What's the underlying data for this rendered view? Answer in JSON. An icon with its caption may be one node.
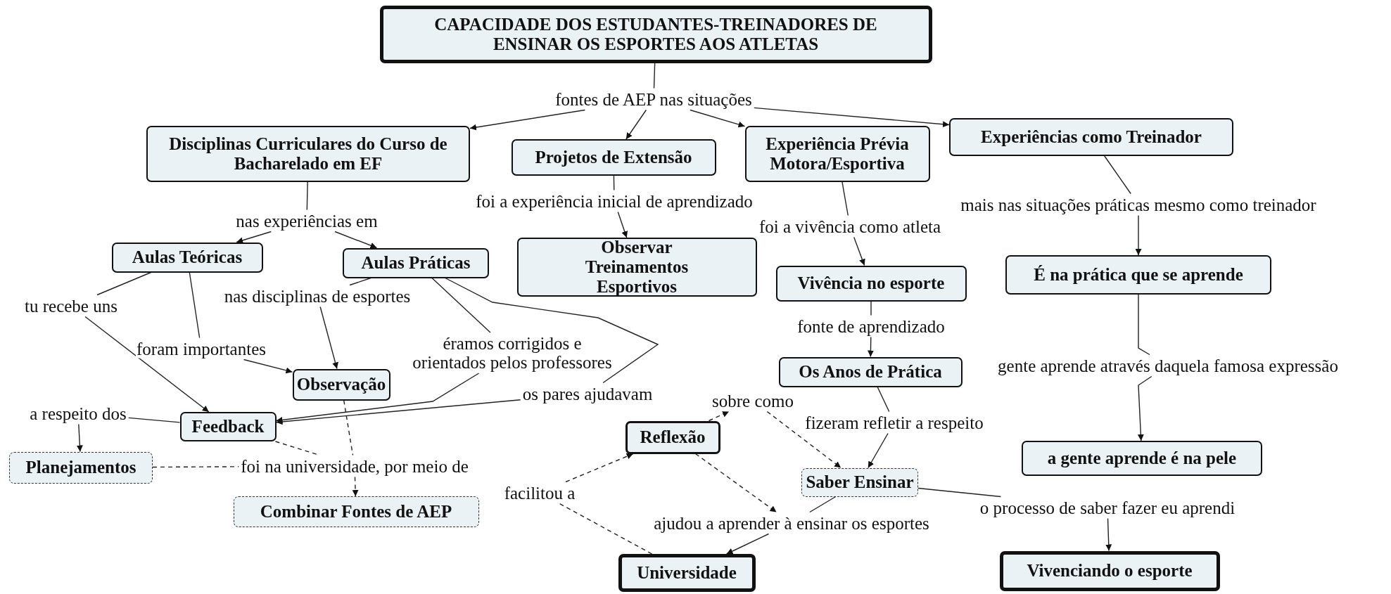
{
  "diagram": {
    "nodes": [
      {
        "text": [
          "CAPACIDADE DOS ESTUDANTES-TREINADORES DE ENSINAR OS ESPORTES AOS ATLETAS"
        ]
      },
      {
        "text": [
          "fontes de AEP nas situações"
        ]
      },
      {
        "text": [
          "Disciplinas Curriculares do Curso de Bacharelado em EF"
        ]
      },
      {
        "text": [
          "Projetos de Extensão"
        ]
      },
      {
        "text": [
          "Experiência Prévia Motora/Esportiva"
        ]
      },
      {
        "text": [
          "Experiências como Treinador"
        ]
      },
      {
        "text": [
          "nas experiências em"
        ]
      },
      {
        "text": [
          "foi a experiência inicial de aprendizado"
        ]
      },
      {
        "text": [
          "foi a vivência como atleta"
        ]
      },
      {
        "text": [
          "mais nas situações práticas mesmo como treinador"
        ]
      },
      {
        "text": [
          "Aulas Teóricas"
        ]
      },
      {
        "text": [
          "Aulas Práticas"
        ]
      },
      {
        "text": [
          "Observar Treinamentos Esportivos"
        ]
      },
      {
        "text": [
          "Vivência no esporte"
        ]
      },
      {
        "text": [
          "É na prática que se aprende"
        ]
      },
      {
        "text": [
          "tu recebe uns"
        ]
      },
      {
        "text": [
          "nas disciplinas de esportes"
        ]
      },
      {
        "text": [
          "foram importantes"
        ]
      },
      {
        "text": [
          "éramos corrigidos e orientados pelos professores"
        ]
      },
      {
        "text": [
          "fonte de aprendizado"
        ]
      },
      {
        "text": [
          "Observação"
        ]
      },
      {
        "text": [
          "os pares ajudavam"
        ]
      },
      {
        "text": [
          "Os Anos de Prática"
        ]
      },
      {
        "text": [
          "gente aprende através daquela famosa expressão"
        ]
      },
      {
        "text": [
          "a respeito dos"
        ]
      },
      {
        "text": [
          "Feedback"
        ]
      },
      {
        "text": [
          "sobre como"
        ]
      },
      {
        "text": [
          "fizeram refletir a respeito"
        ]
      },
      {
        "text": [
          "Reflexão"
        ]
      },
      {
        "text": [
          "Planejamentos"
        ]
      },
      {
        "text": [
          "foi na universidade, por meio de"
        ]
      },
      {
        "text": [
          "a gente aprende é na pele"
        ]
      },
      {
        "text": [
          "Saber Ensinar"
        ]
      },
      {
        "text": [
          "facilitou a"
        ]
      },
      {
        "text": [
          "Combinar Fontes de AEP"
        ]
      },
      {
        "text": [
          "ajudou a aprender à ensinar os esportes"
        ]
      },
      {
        "text": [
          "o processo de saber fazer eu aprendi"
        ]
      },
      {
        "text": [
          "Universidade"
        ]
      },
      {
        "text": [
          "Vivenciando o esporte"
        ]
      }
    ],
    "edges": [
      {
        "from": 0,
        "to": 1,
        "arrow": "none"
      },
      {
        "from": 1,
        "to": 2,
        "arrow": "to"
      },
      {
        "from": 1,
        "to": 3,
        "arrow": "to"
      },
      {
        "from": 1,
        "to": 4,
        "arrow": "to"
      },
      {
        "from": 1,
        "to": 5,
        "arrow": "to"
      },
      {
        "from": 2,
        "to": 6,
        "arrow": "none"
      },
      {
        "from": 6,
        "to": 10,
        "arrow": "to"
      },
      {
        "from": 6,
        "to": 11,
        "arrow": "to"
      },
      {
        "from": 3,
        "to": 7,
        "arrow": "none"
      },
      {
        "from": 7,
        "to": 12,
        "arrow": "to"
      },
      {
        "from": 4,
        "to": 8,
        "arrow": "none"
      },
      {
        "from": 8,
        "to": 13,
        "arrow": "to"
      },
      {
        "from": 5,
        "to": 9,
        "arrow": "none"
      },
      {
        "from": 9,
        "to": 14,
        "arrow": "to"
      },
      {
        "from": 10,
        "to": 15,
        "arrow": "none"
      },
      {
        "from": 15,
        "to": 25,
        "arrow": "to"
      },
      {
        "from": 10,
        "to": 17,
        "arrow": "none"
      },
      {
        "from": 17,
        "to": 20,
        "arrow": "to"
      },
      {
        "from": 11,
        "to": 16,
        "arrow": "none"
      },
      {
        "from": 16,
        "to": 20,
        "arrow": "to"
      },
      {
        "from": 11,
        "to": 18,
        "arrow": "none"
      },
      {
        "from": 18,
        "to": 25,
        "arrow": "to"
      },
      {
        "from": 11,
        "to": 21,
        "arrow": "none"
      },
      {
        "from": 21,
        "to": 25,
        "arrow": "to"
      },
      {
        "from": 13,
        "to": 19,
        "arrow": "none"
      },
      {
        "from": 19,
        "to": 22,
        "arrow": "to"
      },
      {
        "from": 14,
        "to": 23,
        "arrow": "none"
      },
      {
        "from": 23,
        "to": 31,
        "arrow": "to"
      },
      {
        "from": 22,
        "to": 27,
        "arrow": "none"
      },
      {
        "from": 27,
        "to": 32,
        "arrow": "to"
      },
      {
        "from": 25,
        "to": 24,
        "arrow": "none"
      },
      {
        "from": 24,
        "to": 29,
        "arrow": "to"
      },
      {
        "from": 25,
        "to": 30,
        "arrow": "none",
        "style": "dashed"
      },
      {
        "from": 29,
        "to": 30,
        "arrow": "none",
        "style": "dashed"
      },
      {
        "from": 20,
        "to": 30,
        "arrow": "none",
        "style": "dashed"
      },
      {
        "from": 30,
        "to": 34,
        "arrow": "to",
        "style": "dashed"
      },
      {
        "from": 37,
        "to": 33,
        "arrow": "none",
        "style": "dashed"
      },
      {
        "from": 33,
        "to": 28,
        "arrow": "to",
        "style": "dashed"
      },
      {
        "from": 28,
        "to": 26,
        "arrow": "to",
        "style": "dashed"
      },
      {
        "from": 26,
        "to": 32,
        "arrow": "to",
        "style": "dashed"
      },
      {
        "from": 28,
        "to": 35,
        "arrow": "to",
        "style": "dashed"
      },
      {
        "from": 32,
        "to": 35,
        "arrow": "none"
      },
      {
        "from": 35,
        "to": 37,
        "arrow": "to"
      },
      {
        "from": 32,
        "to": 36,
        "arrow": "none"
      },
      {
        "from": 36,
        "to": 38,
        "arrow": "to"
      }
    ]
  }
}
